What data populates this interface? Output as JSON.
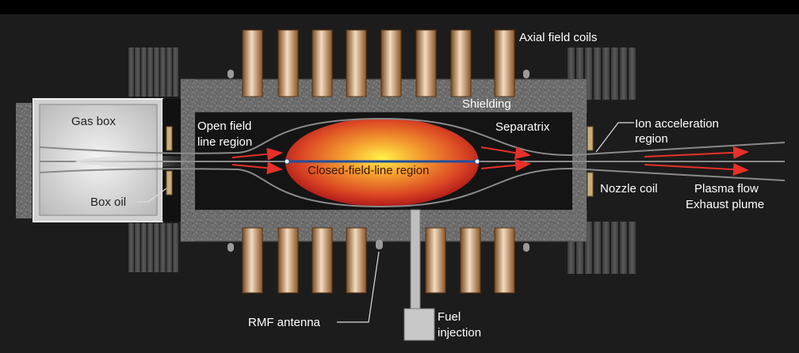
{
  "labels": {
    "axial_field_coils": "Axial field coils",
    "shielding": "Shielding",
    "gas_box": "Gas box",
    "open_field_line": [
      "Open field",
      "line region"
    ],
    "separatrix": "Separatrix",
    "ion_acceleration": [
      "Ion acceleration",
      "region"
    ],
    "closed_field_line": "Closed-field-line region",
    "box_oil": "Box oil",
    "nozzle_coil": "Nozzle coil",
    "plasma_flow": "Plasma flow",
    "exhaust_plume": "Exhaust plume",
    "rmf_antenna": "RMF antenna",
    "fuel_injection": [
      "Fuel",
      "injection"
    ]
  },
  "colors": {
    "background": "#1c1c1c",
    "coil_copper": "#c8915a",
    "shielding": "#6e6e6e",
    "plasma_core": "#ffe94a",
    "plasma_edge": "#c81e1e",
    "flow_arrow": "#e8302a",
    "axis_line": "#1f4fa0"
  }
}
